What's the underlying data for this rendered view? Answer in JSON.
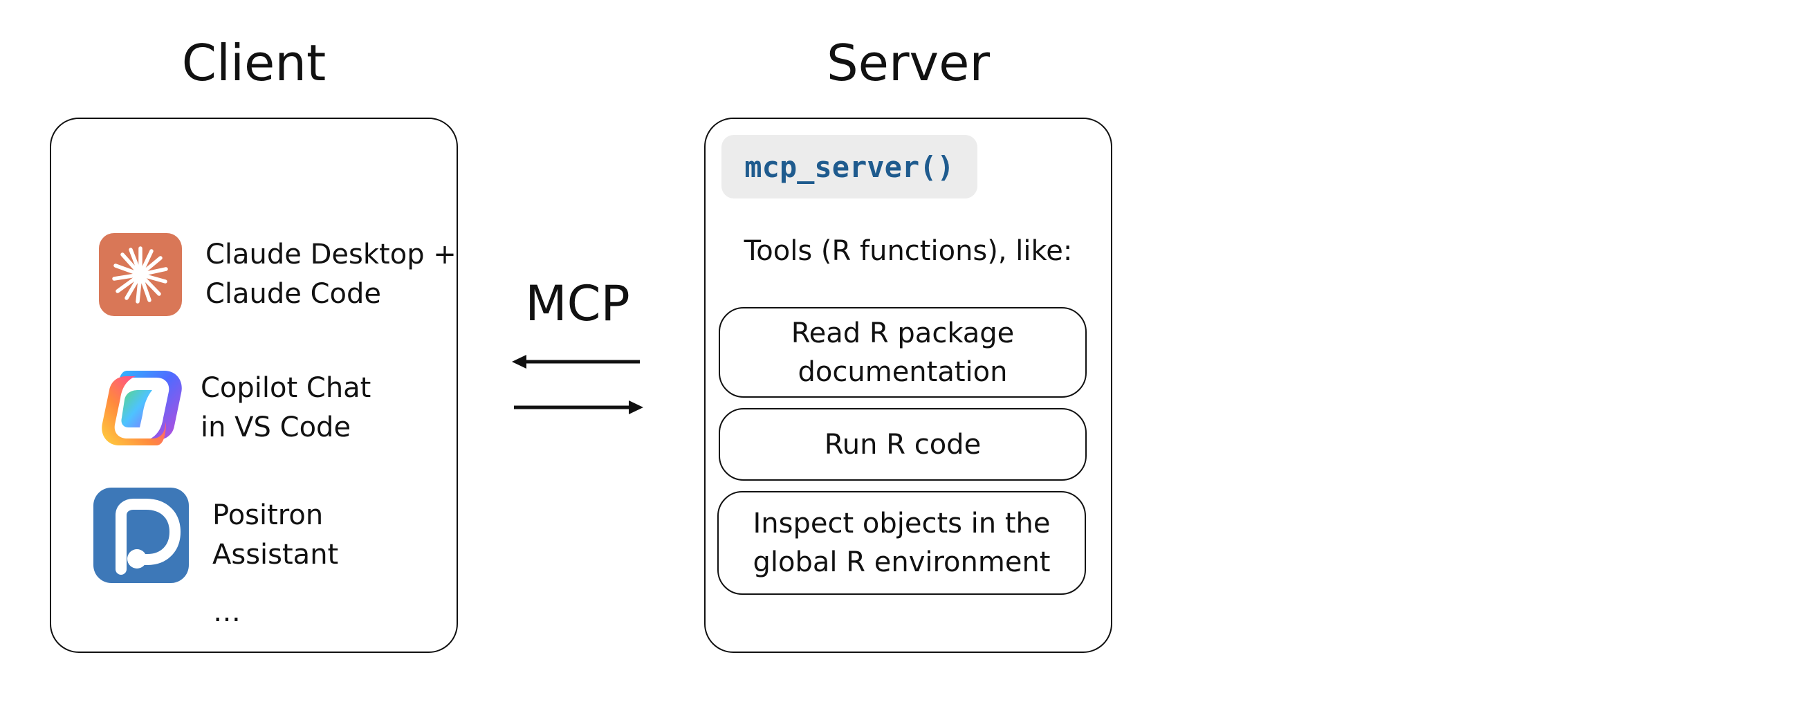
{
  "client": {
    "heading": "Client",
    "items": [
      {
        "label": "Claude Desktop +\nClaude Code",
        "icon": "claude-sunburst-icon"
      },
      {
        "label": "Copilot Chat\nin VS Code",
        "icon": "copilot-icon"
      },
      {
        "label": "Positron\nAssistant",
        "icon": "positron-icon"
      }
    ],
    "more": "…"
  },
  "connection": {
    "label": "MCP"
  },
  "server": {
    "heading": "Server",
    "function_call": "mcp_server()",
    "tools_caption": "Tools (R functions), like:",
    "tools": [
      "Read R package\ndocumentation",
      "Run R code",
      "Inspect objects in the\nglobal R environment"
    ]
  },
  "colors": {
    "claude_orange": "#d97757",
    "positron_blue": "#3d78b8",
    "code_blue": "#1f5b8e"
  }
}
